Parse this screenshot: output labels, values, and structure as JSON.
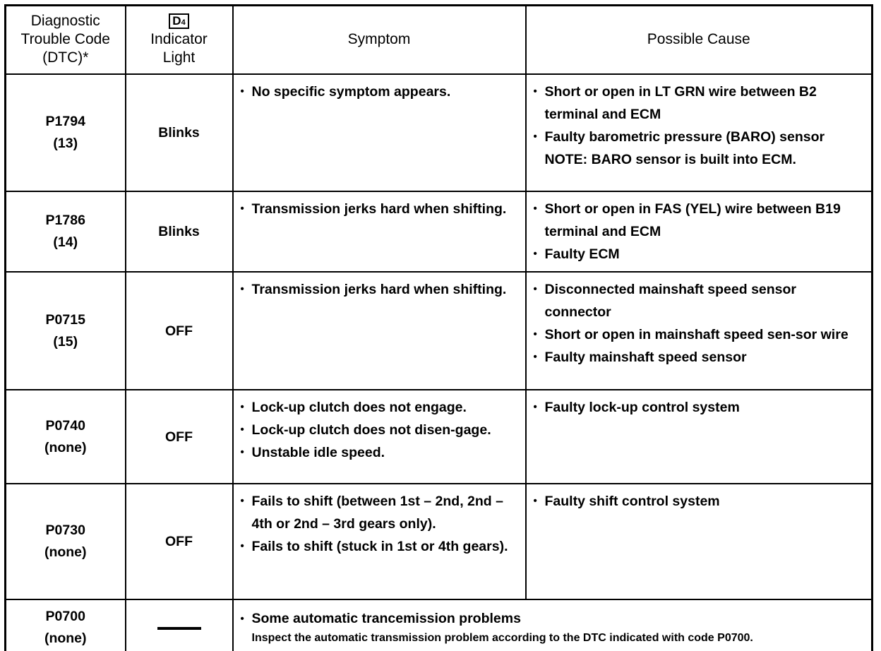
{
  "table": {
    "headers": {
      "dtc": [
        "Diagnostic",
        "Trouble Code",
        "(DTC)*"
      ],
      "indicator_icon": {
        "letter": "D",
        "subscript": "4"
      },
      "indicator": [
        "Indicator",
        "Light"
      ],
      "symptom": "Symptom",
      "cause": "Possible Cause"
    },
    "rows": [
      {
        "code": "P1794",
        "code_sub": "(13)",
        "indicator": "Blinks",
        "symptoms": [
          {
            "bullet": true,
            "text": "No specific symptom appears."
          }
        ],
        "causes": [
          {
            "bullet": true,
            "text": "Short or open in LT GRN wire between B2 terminal and ECM"
          },
          {
            "bullet": true,
            "text": "Faulty barometric pressure (BARO) sensor"
          },
          {
            "bullet": false,
            "text": "NOTE: BARO sensor is built into ECM."
          }
        ]
      },
      {
        "code": "P1786",
        "code_sub": "(14)",
        "indicator": "Blinks",
        "symptoms": [
          {
            "bullet": true,
            "text": "Transmission jerks hard when shifting."
          }
        ],
        "causes": [
          {
            "bullet": true,
            "text": "Short or open in FAS (YEL) wire between B19 terminal and ECM"
          },
          {
            "bullet": true,
            "text": "Faulty ECM"
          }
        ]
      },
      {
        "code": "P0715",
        "code_sub": "(15)",
        "indicator": "OFF",
        "symptoms": [
          {
            "bullet": true,
            "text": "Transmission jerks hard when shifting."
          }
        ],
        "causes": [
          {
            "bullet": true,
            "text": "Disconnected mainshaft speed sensor connector"
          },
          {
            "bullet": true,
            "text": "Short or open in mainshaft speed sen-sor wire"
          },
          {
            "bullet": true,
            "text": "Faulty mainshaft speed sensor"
          }
        ]
      },
      {
        "code": "P0740",
        "code_sub": "(none)",
        "indicator": "OFF",
        "symptoms": [
          {
            "bullet": true,
            "text": "Lock-up clutch does not engage."
          },
          {
            "bullet": true,
            "text": "Lock-up clutch does not disen-gage."
          },
          {
            "bullet": true,
            "text": "Unstable idle speed."
          }
        ],
        "causes": [
          {
            "bullet": true,
            "text": "Faulty lock-up control system"
          }
        ]
      },
      {
        "code": "P0730",
        "code_sub": "(none)",
        "indicator": "OFF",
        "symptoms": [
          {
            "bullet": true,
            "text": "Fails to shift (between 1st – 2nd, 2nd – 4th or 2nd – 3rd gears only)."
          },
          {
            "bullet": true,
            "text": "Fails to shift (stuck in 1st or 4th gears)."
          }
        ],
        "causes": [
          {
            "bullet": true,
            "text": "Faulty shift control system"
          }
        ]
      },
      {
        "code": "P0700",
        "code_sub": "(none)",
        "indicator": "—",
        "merged": true,
        "merged_items": [
          {
            "bullet": true,
            "text": "Some automatic trancemission problems"
          }
        ],
        "merged_note": "Inspect the automatic transmission problem according to the DTC indicated with code P0700."
      }
    ]
  }
}
